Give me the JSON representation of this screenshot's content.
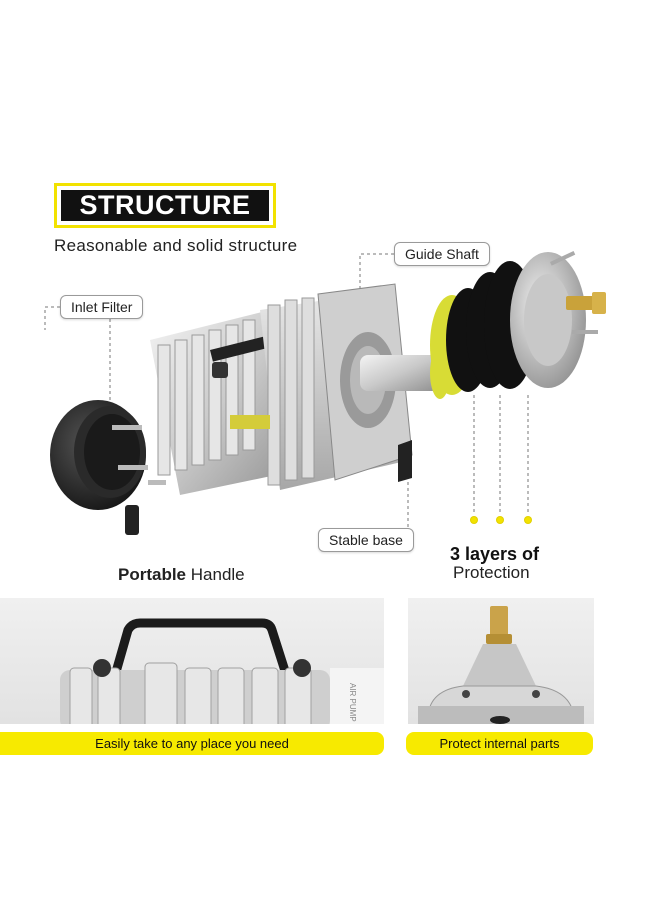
{
  "header": {
    "title": "STRUCTURE",
    "subtitle": "Reasonable and solid structure"
  },
  "callouts": {
    "inlet_filter": "Inlet Filter",
    "guide_shaft": "Guide Shaft",
    "stable_base": "Stable base"
  },
  "features": {
    "portable_bold": "Portable",
    "portable_rest": " Handle",
    "layers_heading": "3 layers of",
    "layers_sub": "Protection"
  },
  "panels": {
    "left_caption": "Easily take to any place you need",
    "right_caption": "Protect internal parts",
    "left_label_text": "AIR PUMP"
  },
  "colors": {
    "accent_yellow": "#f2e200",
    "badge_black": "#111111"
  }
}
